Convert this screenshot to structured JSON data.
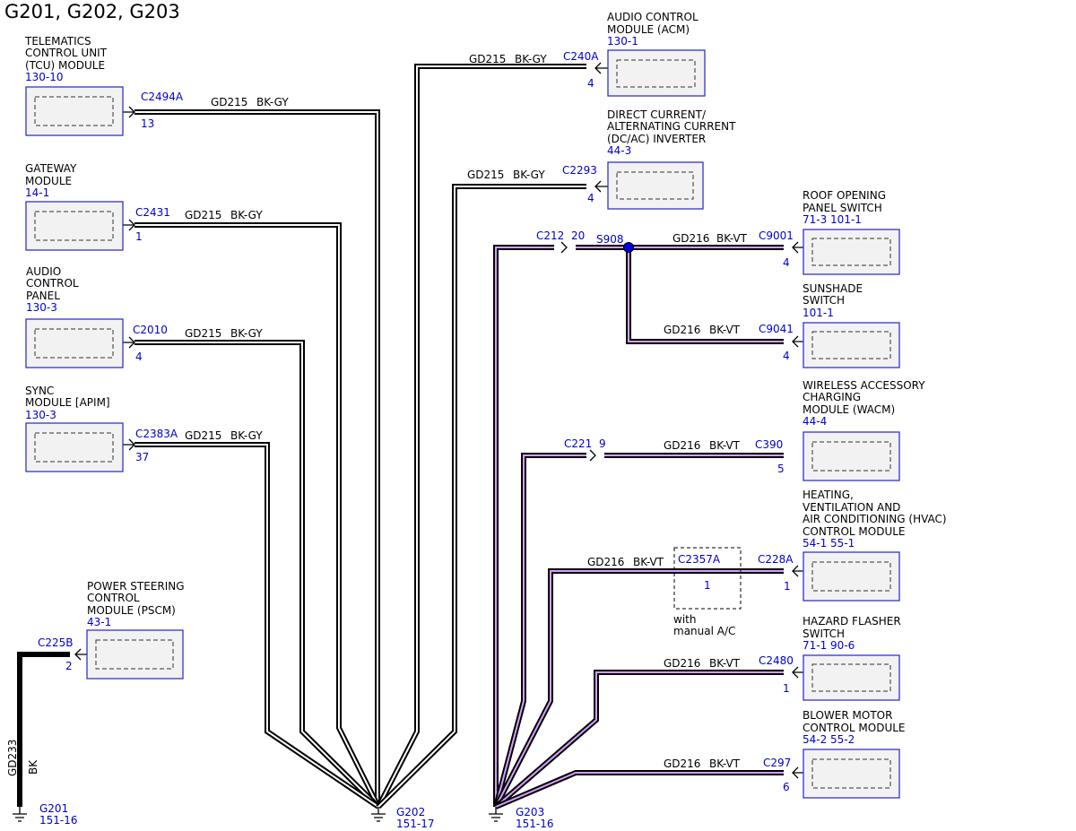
{
  "title": "G201, G202, G203",
  "modules": {
    "tcu": {
      "name": [
        "TELEMATICS",
        "CONTROL UNIT",
        "(TCU) MODULE"
      ],
      "ref": "130-10",
      "connector": "C2494A",
      "pin": "13"
    },
    "gateway": {
      "name": [
        "GATEWAY",
        "MODULE"
      ],
      "ref": "14-1",
      "connector": "C2431",
      "pin": "1"
    },
    "audio_panel": {
      "name": [
        "AUDIO",
        "CONTROL",
        "PANEL"
      ],
      "ref": "130-3",
      "connector": "C2010",
      "pin": "4"
    },
    "sync": {
      "name": [
        "SYNC",
        "MODULE [APIM]"
      ],
      "ref": "130-3",
      "connector": "C2383A",
      "pin": "37"
    },
    "pscm": {
      "name": [
        "POWER STEERING",
        "CONTROL",
        "MODULE (PSCM)"
      ],
      "ref": "43-1",
      "connector": "C225B",
      "pin": "2"
    },
    "acm": {
      "name": [
        "AUDIO CONTROL",
        "MODULE (ACM)"
      ],
      "ref": "130-1",
      "connector": "C240A",
      "pin": "4"
    },
    "inverter": {
      "name": [
        "DIRECT CURRENT/",
        "ALTERNATING CURRENT",
        "(DC/AC) INVERTER"
      ],
      "ref": "44-3",
      "connector": "C2293",
      "pin": "4"
    },
    "roof": {
      "name": [
        "ROOF OPENING",
        "PANEL SWITCH"
      ],
      "ref": "71-3   101-1",
      "connector": "C9001",
      "pin": "4"
    },
    "sunshade": {
      "name": [
        "SUNSHADE",
        "SWITCH"
      ],
      "ref": "101-1",
      "connector": "C9041",
      "pin": "4"
    },
    "wacm": {
      "name": [
        "WIRELESS ACCESSORY",
        "CHARGING",
        "MODULE (WACM)"
      ],
      "ref": "44-4",
      "connector": "C390",
      "pin": "5"
    },
    "hvac": {
      "name": [
        "HEATING,",
        "VENTILATION AND",
        "AIR CONDITIONING (HVAC)",
        "CONTROL MODULE"
      ],
      "ref": "54-1  55-1",
      "connector": "C228A",
      "pin": "1"
    },
    "hazard": {
      "name": [
        "HAZARD FLASHER",
        "SWITCH"
      ],
      "ref": "71-1   90-6",
      "connector": "C2480",
      "pin": "1"
    },
    "blower": {
      "name": [
        "BLOWER MOTOR",
        "CONTROL MODULE"
      ],
      "ref": "54-2   55-2",
      "connector": "C297",
      "pin": "6"
    }
  },
  "wires": {
    "gd215": "GD215",
    "gd216": "GD216",
    "gd233": "GD233",
    "bkgy": "BK-GY",
    "bkvt": "BK-VT",
    "bk": "BK"
  },
  "inline": {
    "c212": "C212",
    "c212_pin": "20",
    "c221": "C221",
    "c221_pin": "9",
    "splice": "S908",
    "c2357a": "C2357A",
    "c2357a_pin": "1",
    "note": [
      "with",
      "manual A/C"
    ]
  },
  "grounds": {
    "g201": {
      "name": "G201",
      "ref": "151-16"
    },
    "g202": {
      "name": "G202",
      "ref": "151-17"
    },
    "g203": {
      "name": "G203",
      "ref": "151-16"
    }
  },
  "colors": {
    "ref_text": "#0000d0",
    "box_border": "#3333cc",
    "bkvt_tracer": "#d4a0ff"
  }
}
